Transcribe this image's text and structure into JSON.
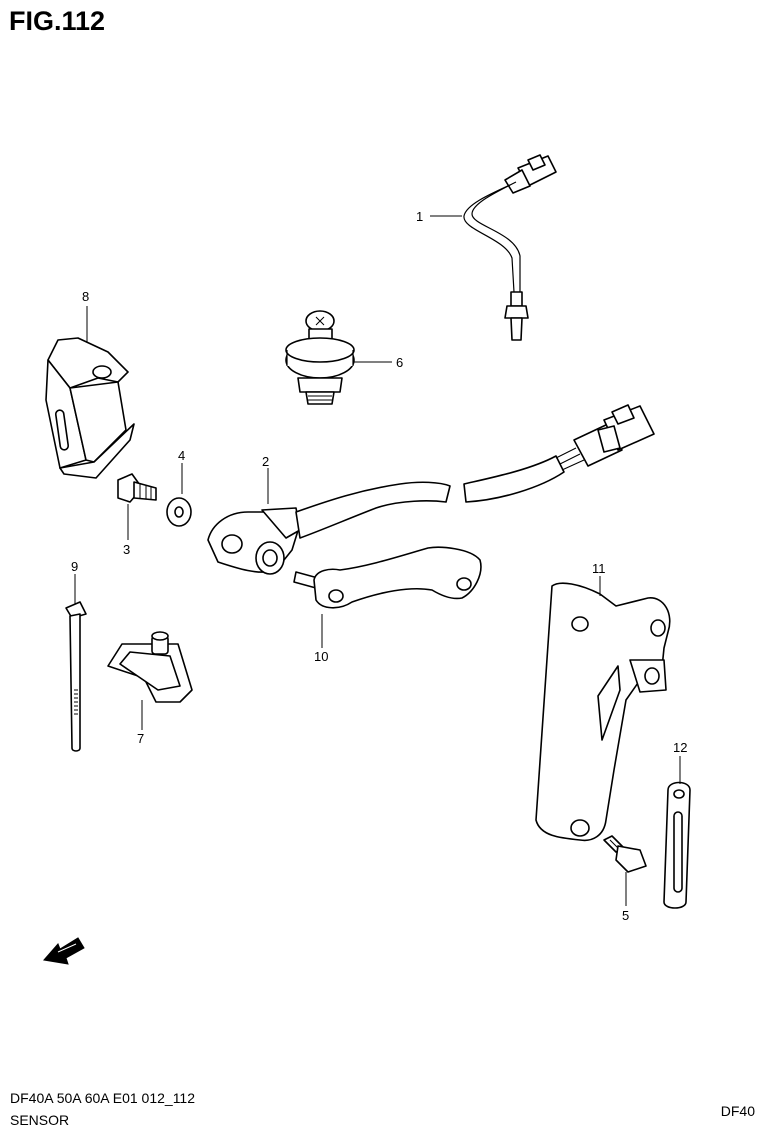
{
  "figure": {
    "title": "FIG.112"
  },
  "footer": {
    "model_line": "DF40A 50A 60A E01 012_112",
    "section": "SENSOR",
    "code": "DF40"
  },
  "callouts": [
    "1",
    "2",
    "3",
    "4",
    "5",
    "6",
    "7",
    "8",
    "9",
    "10",
    "11",
    "12"
  ],
  "icons": {
    "direction": "fwd-arrow-icon"
  }
}
